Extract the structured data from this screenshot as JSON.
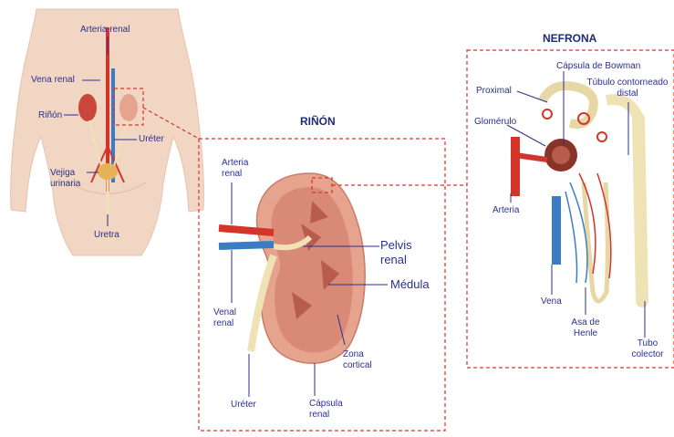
{
  "panels": {
    "kidney_title": "RIÑÓN",
    "nephron_title": "NEFRONA"
  },
  "body_labels": {
    "arteria_renal": "Arteria renal",
    "vena_renal": "Vena renal",
    "rinon": "Riñón",
    "ureter": "Uréter",
    "vejiga": "Vejiga\nurinaria",
    "uretra": "Uretra"
  },
  "kidney_labels": {
    "arteria_renal": "Arteria\nrenal",
    "vena_renal": "Venal\nrenal",
    "pelvis_renal": "Pelvis\nrenal",
    "medula": "Médula",
    "zona_cortical": "Zona\ncortical",
    "capsula_renal": "Cápsula\nrenal",
    "ureter": "Uréter"
  },
  "nephron_labels": {
    "capsula_bowman": "Cápsula de Bowman",
    "proximal": "Proximal",
    "tubulo_distal": "Túbulo contorneado\ndistal",
    "glomerulo": "Glomérulo",
    "arteria": "Arteria",
    "vena": "Vena",
    "asa_henle": "Asa de\nHenle",
    "tubo_colector": "Tubo\ncolector"
  },
  "colors": {
    "label_text": "#2b2f8c",
    "title_text": "#1e2a78",
    "dashed_box": "#d8342c",
    "leader_line": "#2b2f8c",
    "skin": "#f2d6c4",
    "artery": "#d3352b",
    "vein": "#3b7dc4",
    "kidney": "#e6a48f",
    "ureter_tube": "#efe2b4"
  }
}
